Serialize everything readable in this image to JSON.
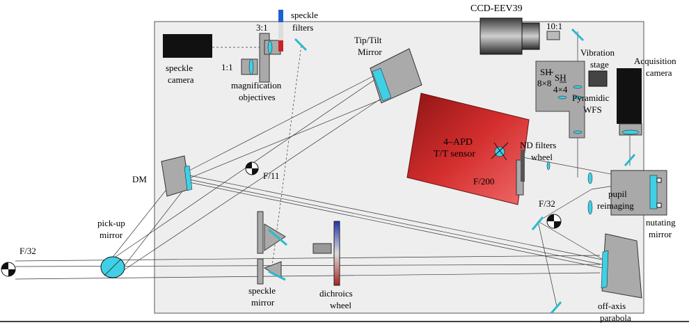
{
  "labels": {
    "ccd": "CCD-EEV39",
    "ratio_10_1": "10:1",
    "speckle_filters_1": "speckle",
    "speckle_filters_2": "filters",
    "ratio_3_1": "3:1",
    "ratio_1_1": "1:1",
    "speckle_camera_1": "speckle",
    "speckle_camera_2": "camera",
    "magnification_1": "magnification",
    "magnification_2": "objectives",
    "tiptilt_1": "Tip/Tilt",
    "tiptilt_2": "Mirror",
    "vibration_1": "Vibration",
    "vibration_2": "stage",
    "acquisition_1": "Acquisition",
    "acquisition_2": "camera",
    "sh_8_1": "SH",
    "sh_8_2": "8×8",
    "sh_4_1": "SH",
    "sh_4_2": "4×4",
    "pyramidic_1": "Pyramidic",
    "pyramidic_2": "WFS",
    "apd_1": "4–APD",
    "apd_2": "T/T sensor",
    "f200": "F/200",
    "nd_1": "ND filters",
    "nd_2": "wheel",
    "dm": "DM",
    "f11": "F/11",
    "pickup_1": "pick-up",
    "pickup_2": "mirror",
    "f32_left": "F/32",
    "f32_right": "F/32",
    "pupil_1": "pupil",
    "pupil_2": "reimaging",
    "nutating_1": "nutating",
    "nutating_2": "mirror",
    "speckle_mirror_1": "speckle",
    "speckle_mirror_2": "mirror",
    "dichroics_1": "dichroics",
    "dichroics_2": "wheel",
    "offaxis_1": "off-axis",
    "offaxis_2": "parabola"
  },
  "colors": {
    "bench": "#eeeeee",
    "optic": "#3fd0e6",
    "mount": "#a8a8a8",
    "apd_box": "#d22a2a",
    "wfs_plate": "#a9a9a9",
    "camera_black": "#111111"
  }
}
